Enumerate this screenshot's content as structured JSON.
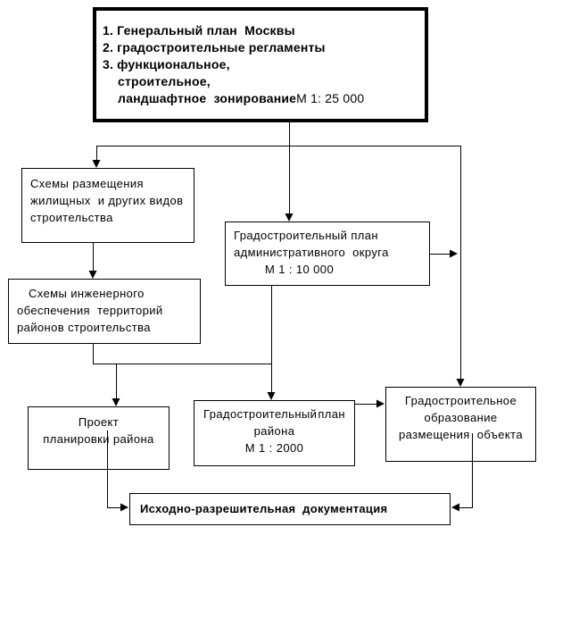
{
  "canvas": {
    "background": "#ffffff",
    "line_color": "#000000",
    "box_border_color": "#000000",
    "text_color": "#000000"
  },
  "top_box": {
    "line1": "1. Генеральный план  Москвы",
    "line2": "2. градостроительные регламенты",
    "line3": "3. функциональное,",
    "line4": "строительное,",
    "line5": "ландшафтное  зонирование",
    "scale": "М 1: 25 000"
  },
  "box_placement_schemes": {
    "line1": "Схемы размещения",
    "line2": "жилищных  и других видов",
    "line3": "строительства"
  },
  "box_admin_district": {
    "line1": "Градостроительный план",
    "line2": "административного  округа",
    "line3": "М 1 : 10 000"
  },
  "box_engineering": {
    "line1": "Схемы инженерного",
    "line2": "обеспечения  территорий",
    "line3": "районов строительства"
  },
  "box_project": {
    "line1": "Проект",
    "line2": "планировки района"
  },
  "box_district_plan": {
    "line1_left": "Градостроительный",
    "line1_right": "план",
    "line2": "района",
    "line3": "М 1 : 2000"
  },
  "box_urban_formation": {
    "line1": "Градостроительное",
    "line2": "образование",
    "line3": "размещения  объекта"
  },
  "box_docs": {
    "label": "Исходно-разрешительная  документация"
  }
}
